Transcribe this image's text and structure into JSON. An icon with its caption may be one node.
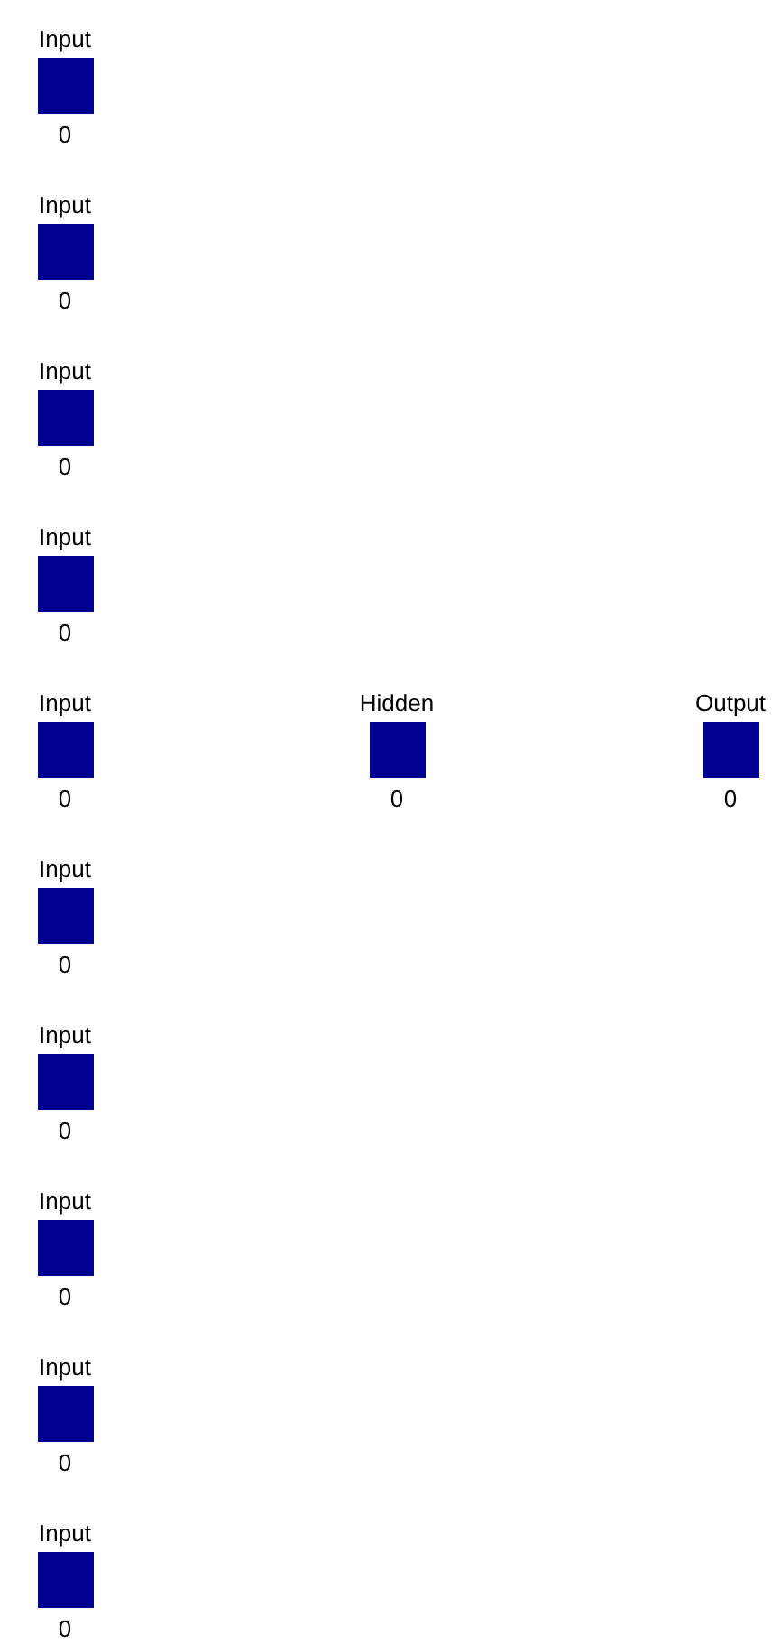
{
  "diagram": {
    "nodes": [
      {
        "text": [
          "Input"
        ],
        "beside": [
          "0"
        ]
      },
      {
        "text": [
          "Input"
        ],
        "beside": [
          "0"
        ]
      },
      {
        "text": [
          "Input"
        ],
        "beside": [
          "0"
        ]
      },
      {
        "text": [
          "Input"
        ],
        "beside": [
          "0"
        ]
      },
      {
        "text": [
          "Input"
        ],
        "beside": [
          "0"
        ]
      },
      {
        "text": [
          "Hidden"
        ],
        "beside": [
          "0"
        ]
      },
      {
        "text": [
          "Output"
        ],
        "beside": [
          "0"
        ]
      },
      {
        "text": [
          "Input"
        ],
        "beside": [
          "0"
        ]
      },
      {
        "text": [
          "Input"
        ],
        "beside": [
          "0"
        ]
      },
      {
        "text": [
          "Input"
        ],
        "beside": [
          "0"
        ]
      },
      {
        "text": [
          "Input"
        ],
        "beside": [
          "0"
        ]
      },
      {
        "text": [
          "Input"
        ],
        "beside": [
          "0"
        ]
      }
    ],
    "edges": []
  }
}
